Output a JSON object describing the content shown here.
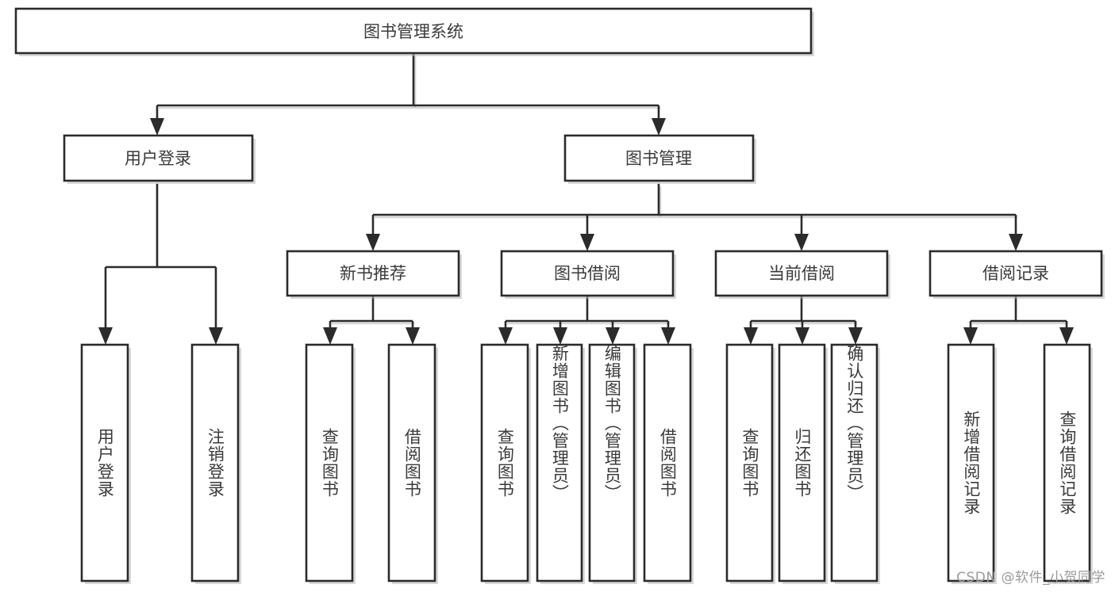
{
  "diagram": {
    "title": "图书管理系统",
    "type": "hierarchy-tree",
    "orientation": "top-down",
    "colors": {
      "box_fill": "#ffffff",
      "box_stroke": "#2b2b2b",
      "text": "#3a3a3a",
      "shadow": "#b8b8b8",
      "watermark": "#9b9b9b",
      "background": "#ffffff"
    },
    "root": {
      "label": "图书管理系统"
    },
    "level2": [
      {
        "label": "用户登录"
      },
      {
        "label": "图书管理"
      }
    ],
    "level3": [
      {
        "label": "新书推荐"
      },
      {
        "label": "图书借阅"
      },
      {
        "label": "当前借阅"
      },
      {
        "label": "借阅记录"
      }
    ],
    "leaves": {
      "user_login": [
        {
          "label": "用户登录"
        },
        {
          "label": "注销登录"
        }
      ],
      "new_book_recommend": [
        {
          "label": "查询图书"
        },
        {
          "label": "借阅图书"
        }
      ],
      "book_borrow": [
        {
          "label": "查询图书"
        },
        {
          "label": "新增图书（管理员）"
        },
        {
          "label": "编辑图书（管理员）"
        },
        {
          "label": "借阅图书"
        }
      ],
      "current_borrow": [
        {
          "label": "查询图书"
        },
        {
          "label": "归还图书"
        },
        {
          "label": "确认归还（管理员）"
        }
      ],
      "borrow_records": [
        {
          "label": "新增借阅记录"
        },
        {
          "label": "查询借阅记录"
        }
      ]
    }
  },
  "watermark": {
    "text": "CSDN @软件_小贺同学"
  }
}
